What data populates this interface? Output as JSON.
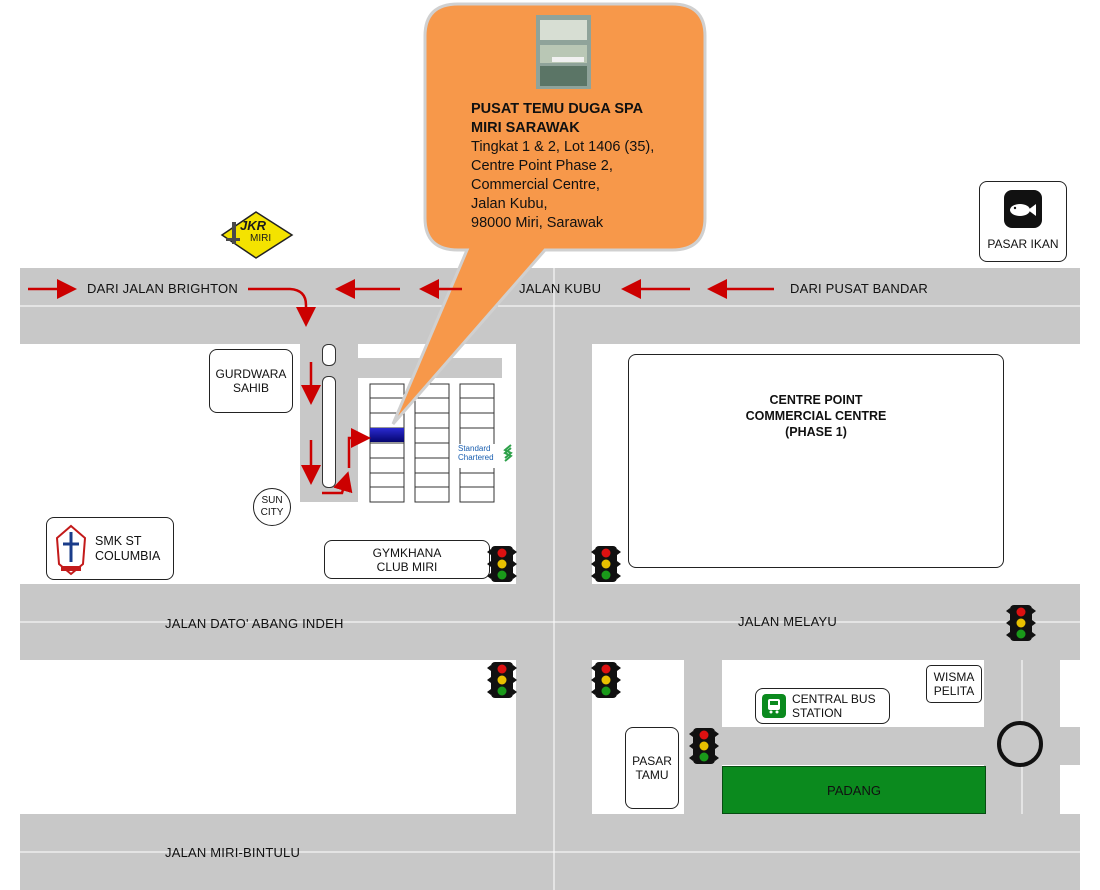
{
  "callout": {
    "title_line1": "PUSAT TEMU DUGA SPA",
    "title_line2": "MIRI SARAWAK",
    "address": [
      "Tingkat 1 & 2, Lot 1406 (35),",
      "Centre Point Phase 2,",
      "Commercial Centre,",
      "Jalan Kubu,",
      "98000 Miri, Sarawak"
    ],
    "color": "#f7984a"
  },
  "roads": {
    "top_from_left": "DARI JALAN BRIGHTON",
    "top_center": "JALAN KUBU",
    "top_from_right": "DARI PUSAT BANDAR",
    "middle_left": "JALAN DATO' ABANG INDEH",
    "middle_right": "JALAN MELAYU",
    "bottom": "JALAN MIRI-BINTULU"
  },
  "landmarks": {
    "jkr_logo": "JKR",
    "jkr_sub": "MIRI",
    "pasar_ikan": "PASAR IKAN",
    "gurdwara": [
      "GURDWARA",
      "SAHIB"
    ],
    "sun_city": [
      "SUN",
      "CITY"
    ],
    "smk": [
      "SMK ST",
      "COLUMBIA"
    ],
    "gymkhana": [
      "GYMKHANA",
      "CLUB MIRI"
    ],
    "centre_point": [
      "CENTRE POINT",
      "COMMERCIAL CENTRE",
      "(PHASE 1)"
    ],
    "bank": [
      "Standard",
      "Chartered"
    ],
    "wisma": [
      "WISMA",
      "PELITA"
    ],
    "bus_station": [
      "CENTRAL BUS",
      "STATION"
    ],
    "pasar_tamu": [
      "PASAR",
      "TAMU"
    ],
    "padang": "PADANG"
  },
  "colors": {
    "road": "#c8c8c8",
    "arrow": "#cc0000",
    "padang": "#0b8a1e",
    "target": "#0a0aa0",
    "jkr": "#f4e300"
  }
}
